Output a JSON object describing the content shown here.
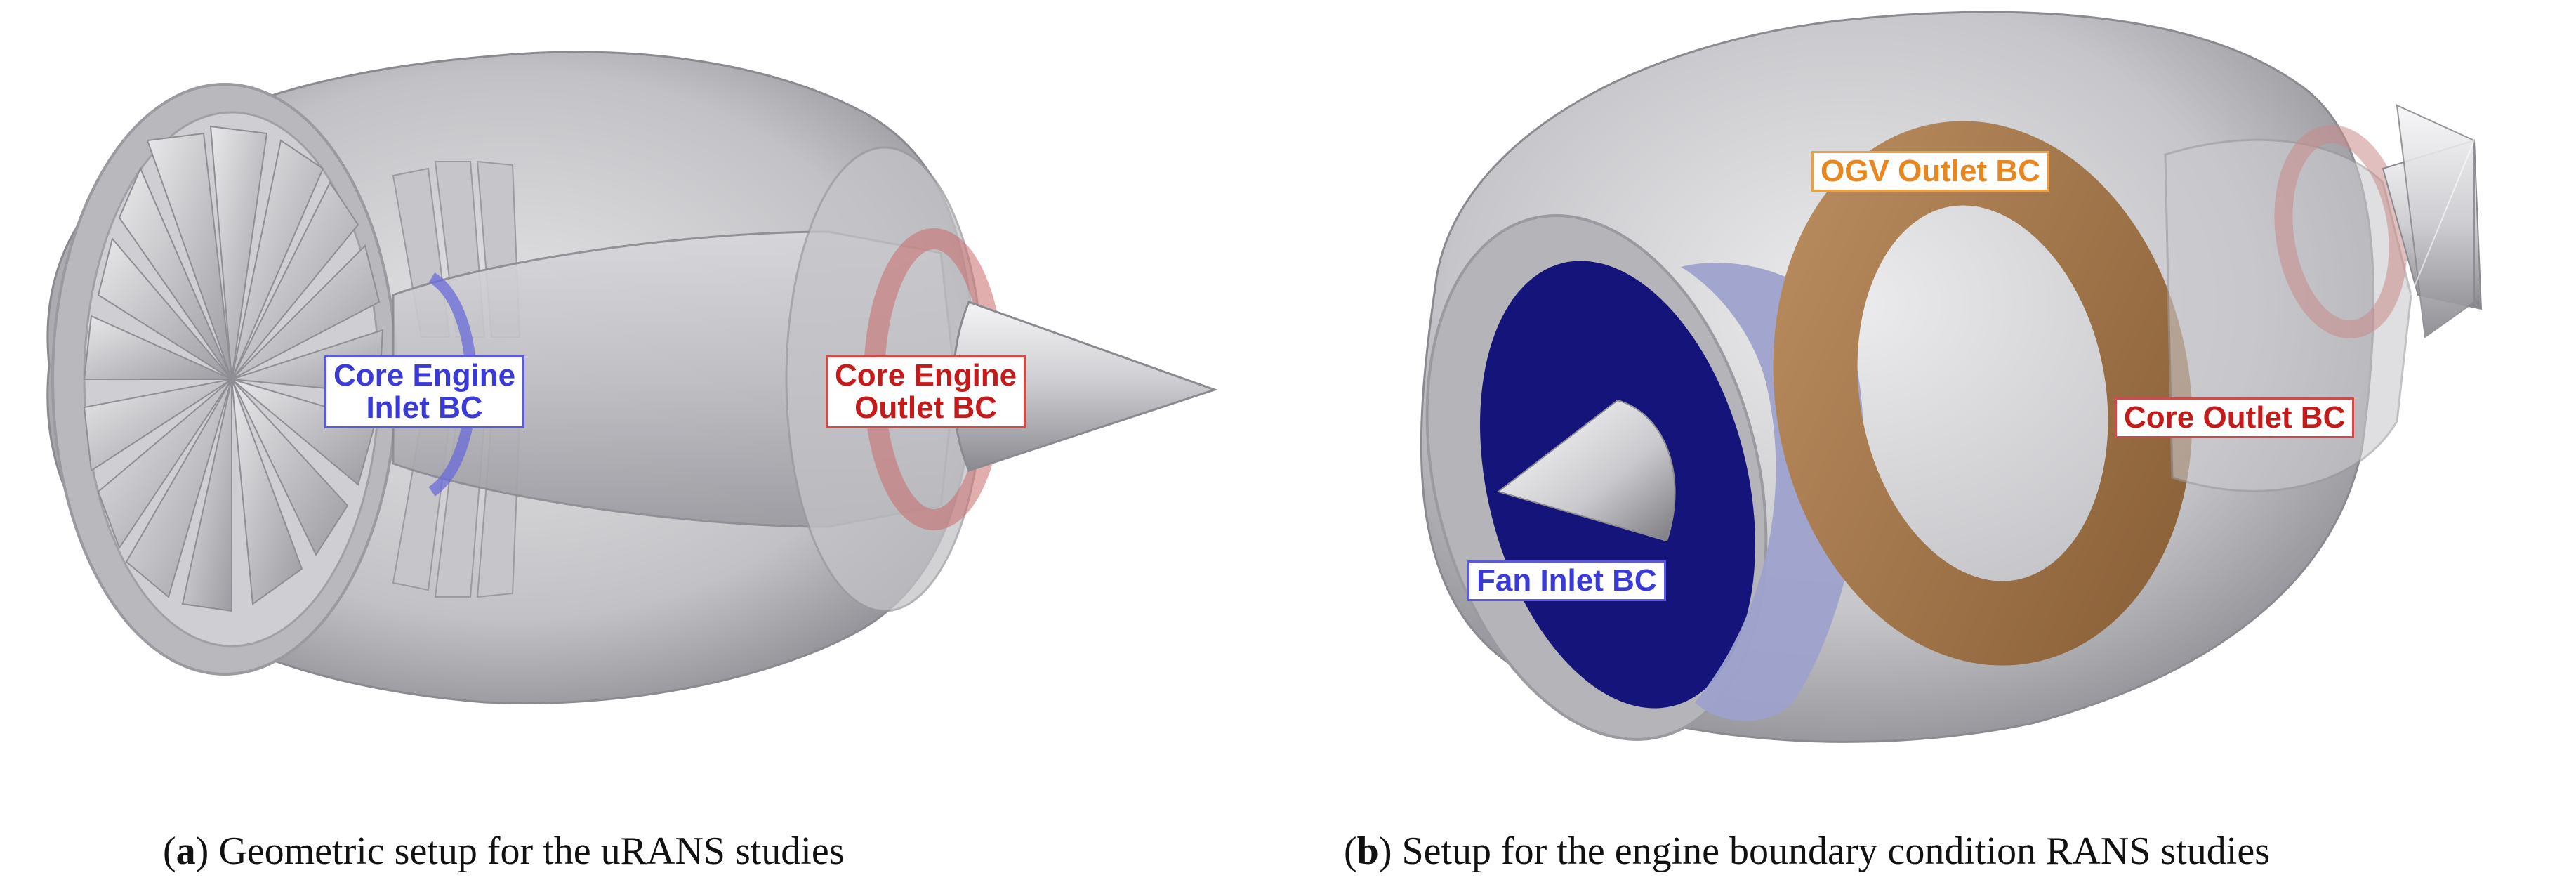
{
  "panel_a": {
    "labels": {
      "inlet_line1": "Core Engine",
      "inlet_line2": "Inlet BC",
      "outlet_line1": "Core Engine",
      "outlet_line2": "Outlet BC"
    },
    "caption": {
      "tag_open": "(",
      "tag": "a",
      "tag_close": ")",
      "text": " Geometric setup for the uRANS studies"
    }
  },
  "panel_b": {
    "labels": {
      "ogv_outlet": "OGV Outlet BC",
      "core_outlet": "Core Outlet BC",
      "fan_inlet": "Fan Inlet BC"
    },
    "caption": {
      "tag_open": "(",
      "tag": "b",
      "tag_close": ")",
      "text": " Setup for the engine boundary condition RANS studies"
    }
  },
  "colors": {
    "inlet_blue": "#3a3ad8",
    "outlet_red": "#c41a1a",
    "ogv_orange": "#e8861f",
    "fan_inlet_dark_blue": "#14147a",
    "ogv_brown": "#a87a4e",
    "nacelle_gray": "#c8c8cc"
  }
}
